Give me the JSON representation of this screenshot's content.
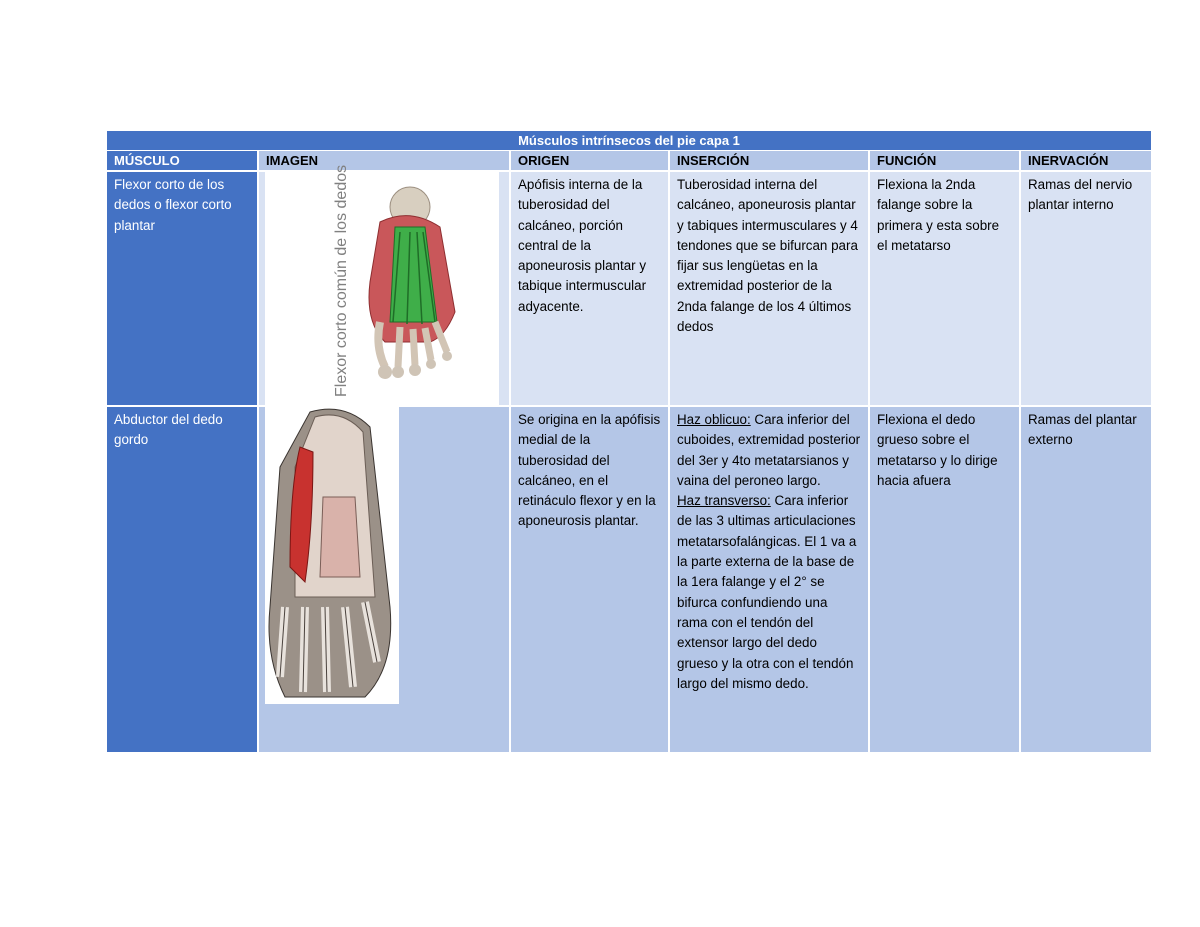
{
  "table": {
    "title": "Músculos intrínsecos del pie capa 1",
    "headers": [
      "MÚSCULO",
      "IMAGEN",
      "ORIGEN",
      "INSERCIÓN",
      "FUNCIÓN",
      "INERVACIÓN"
    ],
    "rows": [
      {
        "musculo": "Flexor corto de los dedos o flexor corto plantar",
        "image_label": "Flexor corto común de los dedos",
        "origen": "Apófisis interna de la tuberosidad del calcáneo, porción central de la aponeurosis plantar y tabique intermuscular adyacente.",
        "insercion": "Tuberosidad interna del calcáneo, aponeurosis plantar y tabiques intermusculares y 4 tendones que se bifurcan para fijar sus lengüetas en la extremidad posterior de la 2nda falange de los 4 últimos dedos",
        "funcion": "Flexiona la 2nda falange sobre la primera y esta sobre el metatarso",
        "inervacion": "Ramas del nervio plantar interno"
      },
      {
        "musculo": "Abductor del dedo gordo",
        "origen": "Se origina en la apófisis medial de la tuberosidad del calcáneo, en el retináculo flexor y en la aponeurosis plantar.",
        "insercion_1_label": "Haz oblicuo:",
        "insercion_1_text": " Cara inferior del cuboides, extremidad posterior del 3er y 4to metatarsianos y vaina del peroneo largo.",
        "insercion_2_label": "Haz transverso:",
        "insercion_2_text": " Cara inferior de las 3 ultimas articulaciones metatarsofalángicas. El 1 va a la parte externa de la base de la 1era falange y el 2° se bifurca confundiendo una rama con el tendón del extensor largo del dedo grueso y la otra con el tendón largo del mismo dedo.",
        "funcion": "Flexiona el dedo grueso sobre el metatarso y lo dirige hacia afuera",
        "inervacion": "Ramas del plantar externo"
      }
    ]
  }
}
